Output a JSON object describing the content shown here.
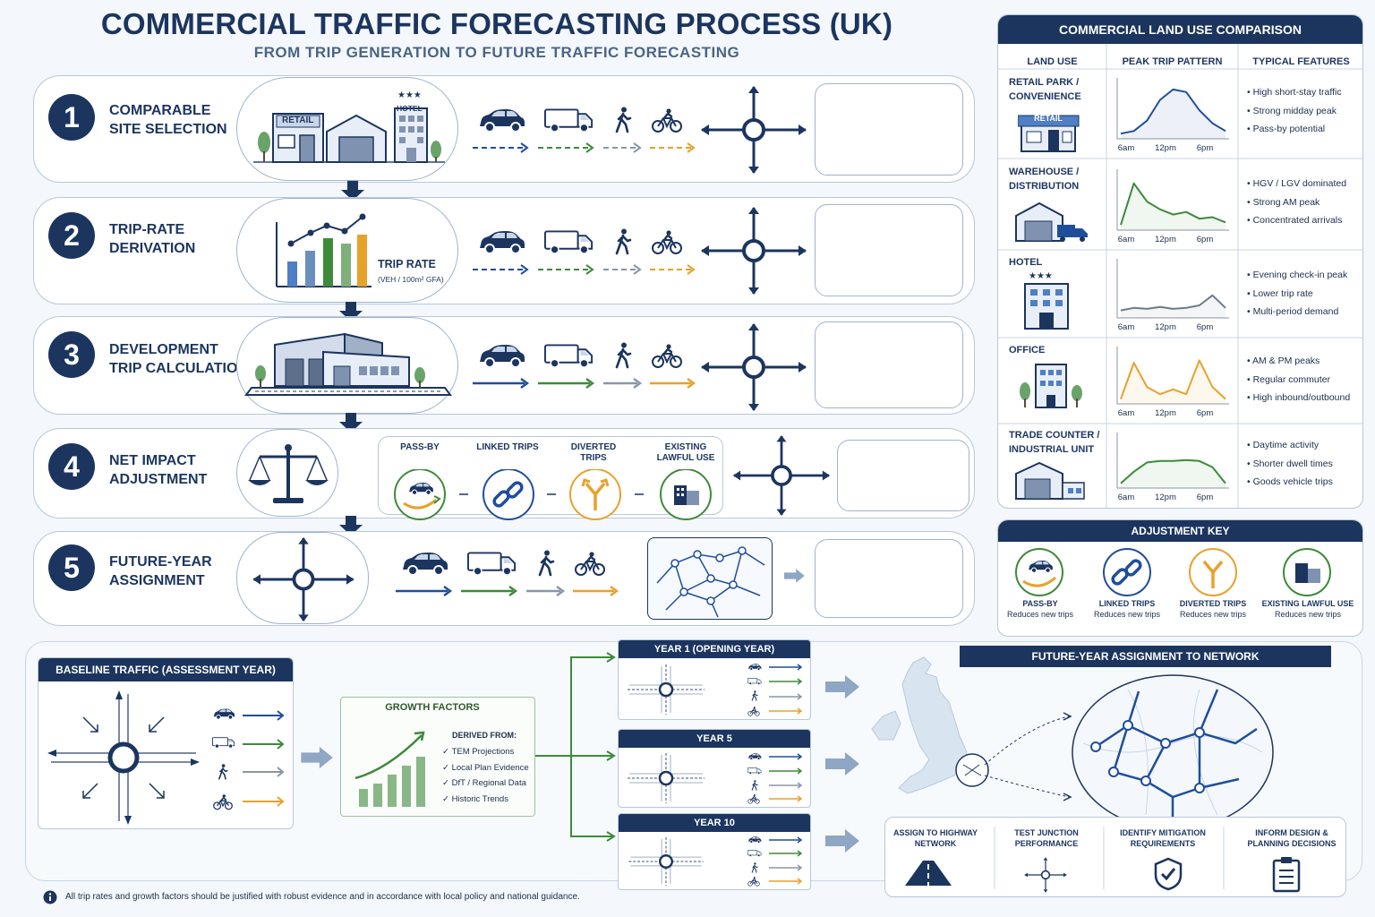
{
  "header": {
    "title": "COMMERCIAL TRAFFIC FORECASTING PROCESS (UK)",
    "subtitle": "FROM TRIP GENERATION TO FUTURE TRAFFIC FORECASTING"
  },
  "steps": [
    {
      "num": "1",
      "label": "COMPARABLE SITE SELECTION",
      "illus_texts": [
        "RETAIL",
        "HOTEL"
      ]
    },
    {
      "num": "2",
      "label": "TRIP-RATE DERIVATION",
      "illus_texts": [
        "TRIP RATE",
        "(VEH / 100m² GFA)"
      ]
    },
    {
      "num": "3",
      "label": "DEVELOPMENT TRIP CALCULATION"
    },
    {
      "num": "4",
      "label": "NET IMPACT ADJUSTMENT",
      "adjustments": [
        "PASS-BY",
        "LINKED TRIPS",
        "DIVERTED TRIPS",
        "EXISTING LAWFUL USE"
      ]
    },
    {
      "num": "5",
      "label": "FUTURE-YEAR ASSIGNMENT"
    }
  ],
  "land_use": {
    "title": "COMMERCIAL LAND USE COMPARISON",
    "columns": [
      "LAND USE",
      "PEAK TRIP PATTERN",
      "TYPICAL FEATURES"
    ],
    "ticks": [
      "6am",
      "12pm",
      "6pm"
    ],
    "rows": [
      {
        "name": "RETAIL PARK / CONVENIENCE",
        "icon_text": "RETAIL",
        "features": [
          "High short-stay traffic",
          "Strong midday peak",
          "Pass-by potential"
        ],
        "color": "#1f4e9c"
      },
      {
        "name": "WAREHOUSE / DISTRIBUTION",
        "features": [
          "HGV / LGV dominated",
          "Strong AM peak",
          "Concentrated arrivals"
        ],
        "color": "#3e8a3a"
      },
      {
        "name": "HOTEL",
        "features": [
          "Evening check-in peak",
          "Lower trip rate",
          "Multi-period demand"
        ],
        "color": "#6c7a8c"
      },
      {
        "name": "OFFICE",
        "features": [
          "AM & PM peaks",
          "Regular commuter",
          "High inbound/outbound"
        ],
        "color": "#e8a12a"
      },
      {
        "name": "TRADE COUNTER / INDUSTRIAL UNIT",
        "features": [
          "Daytime activity",
          "Shorter dwell times",
          "Goods vehicle trips"
        ],
        "color": "#3e8a3a"
      }
    ]
  },
  "adjustment_key": {
    "title": "ADJUSTMENT KEY",
    "items": [
      {
        "label": "PASS-BY",
        "sub": "Reduces new trips"
      },
      {
        "label": "LINKED TRIPS",
        "sub": "Reduces new trips"
      },
      {
        "label": "DIVERTED TRIPS",
        "sub": "Reduces new trips"
      },
      {
        "label": "EXISTING LAWFUL USE",
        "sub": "Reduces new trips"
      }
    ]
  },
  "baseline": {
    "title": "BASELINE TRAFFIC (ASSESSMENT YEAR)"
  },
  "growth": {
    "title": "GROWTH FACTORS",
    "derived": "DERIVED FROM:",
    "items": [
      "TEM Projections",
      "Local Plan Evidence",
      "DfT / Regional Data",
      "Historic Trends"
    ]
  },
  "years": [
    "YEAR 1 (OPENING YEAR)",
    "YEAR 5",
    "YEAR 10"
  ],
  "network": {
    "title": "FUTURE-YEAR ASSIGNMENT TO NETWORK",
    "actions": [
      "ASSIGN TO HIGHWAY NETWORK",
      "TEST JUNCTION PERFORMANCE",
      "IDENTIFY MITIGATION REQUIREMENTS",
      "INFORM DESIGN & PLANNING DECISIONS"
    ]
  },
  "footnote": "All trip rates and growth factors should be justified with robust evidence and in accordance with local policy and national guidance.",
  "colors": {
    "navy": "#1c355f",
    "car": "#1f4e9c",
    "van": "#3e8a3a",
    "walk": "#8a96a6",
    "cycle": "#e8a12a"
  }
}
